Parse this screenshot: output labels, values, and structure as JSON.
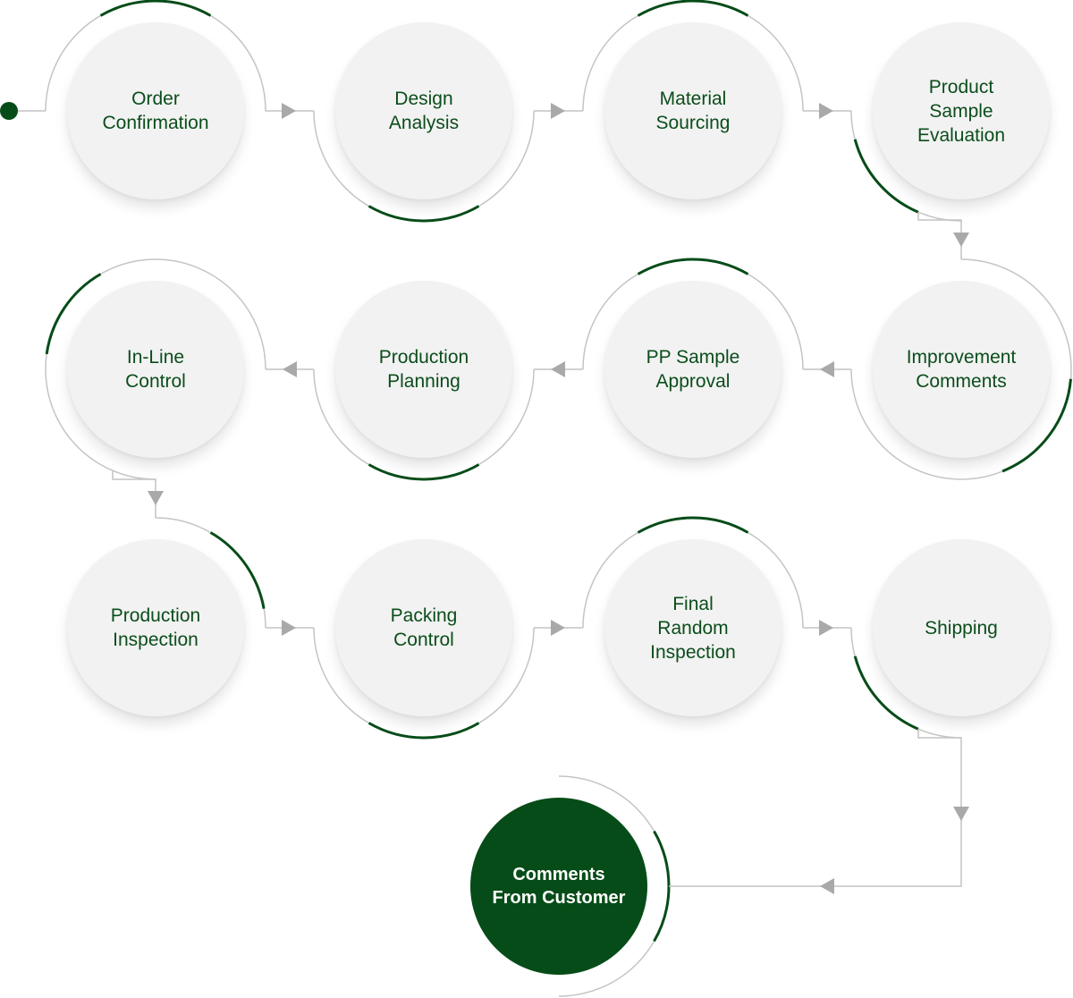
{
  "diagram": {
    "colors": {
      "accent": "#064c18",
      "node_text": "#0b4d1b",
      "node_fill": "#f2f2f2",
      "connector": "#c4c4c4",
      "arrow": "#a9a9a9"
    },
    "steps": [
      {
        "id": "order-confirmation",
        "label": "Order\nConfirmation"
      },
      {
        "id": "design-analysis",
        "label": "Design\nAnalysis"
      },
      {
        "id": "material-sourcing",
        "label": "Material\nSourcing"
      },
      {
        "id": "product-sample-evaluation",
        "label": "Product\nSample\nEvaluation"
      },
      {
        "id": "improvement-comments",
        "label": "Improvement\nComments"
      },
      {
        "id": "pp-sample-approval",
        "label": "PP Sample\nApproval"
      },
      {
        "id": "production-planning",
        "label": "Production\nPlanning"
      },
      {
        "id": "in-line-control",
        "label": "In-Line\nControl"
      },
      {
        "id": "production-inspection",
        "label": "Production\nInspection"
      },
      {
        "id": "packing-control",
        "label": "Packing\nControl"
      },
      {
        "id": "final-random-inspection",
        "label": "Final\nRandom\nInspection"
      },
      {
        "id": "shipping",
        "label": "Shipping"
      },
      {
        "id": "comments-from-customer",
        "label": "Comments\nFrom Customer"
      }
    ]
  }
}
